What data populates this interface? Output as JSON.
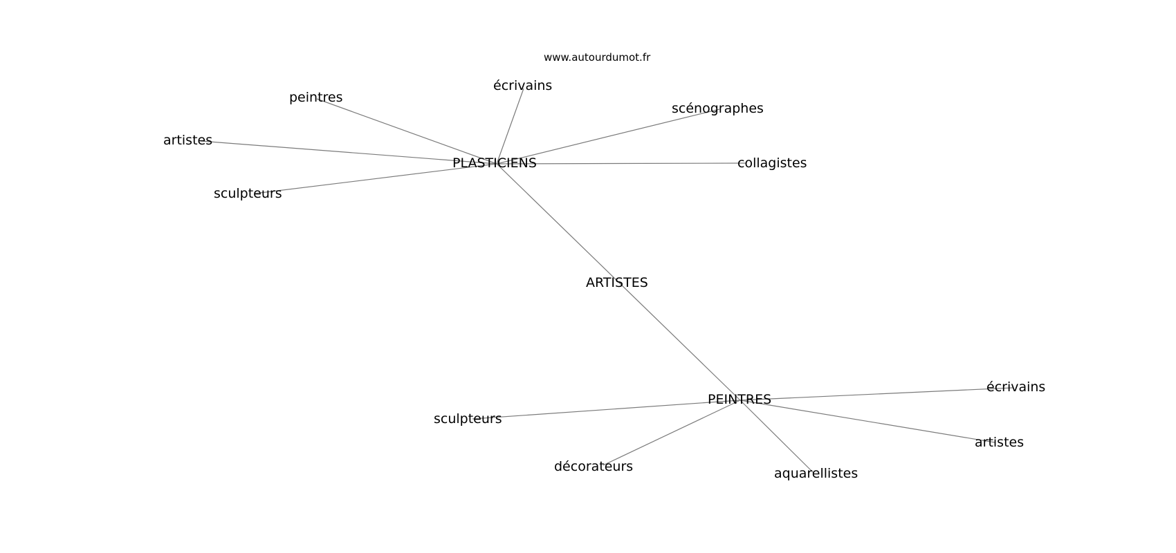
{
  "watermark": "www.autourdumot.fr",
  "graph": {
    "center": "ARTISTES",
    "hubs": [
      {
        "label": "PLASTICIENS",
        "neighbors": [
          "écrivains",
          "peintres",
          "scénographes",
          "artistes",
          "collagistes",
          "sculpteurs"
        ]
      },
      {
        "label": "PEINTRES",
        "neighbors": [
          "écrivains",
          "sculpteurs",
          "artistes",
          "décorateurs",
          "aquarellistes"
        ]
      }
    ]
  }
}
